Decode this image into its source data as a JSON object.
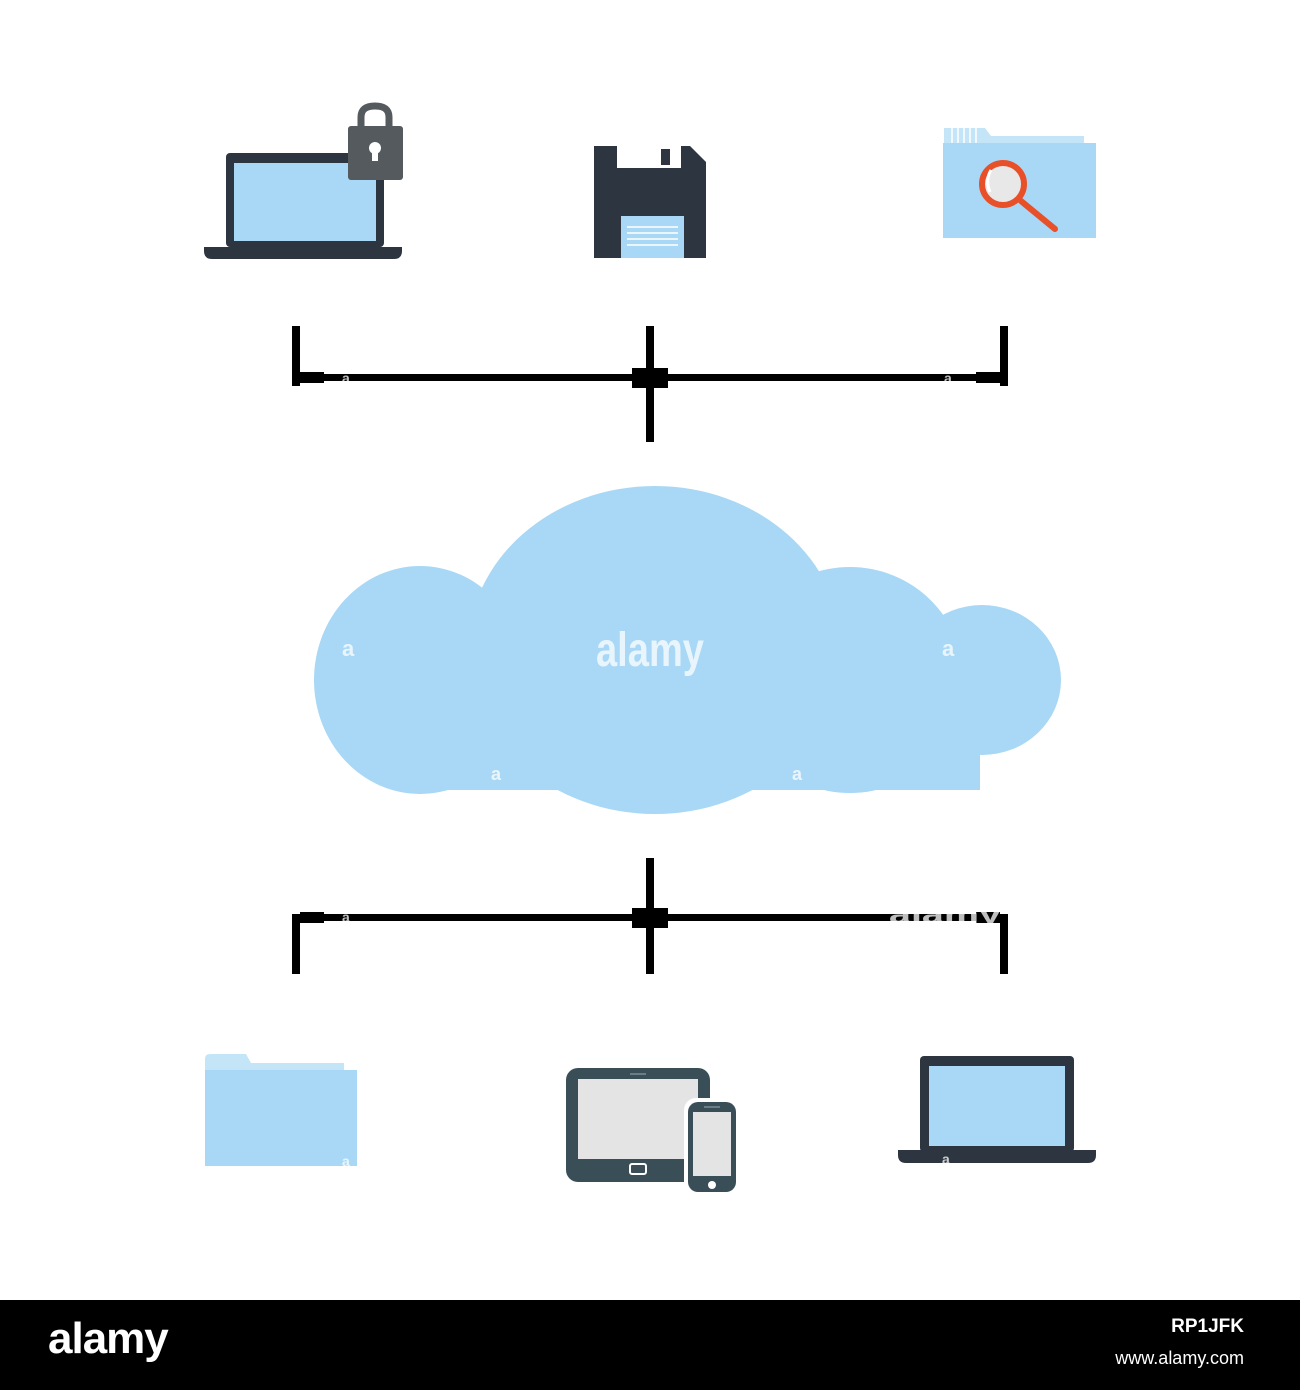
{
  "watermark": {
    "cloud_text": "alamy",
    "connector_text": "alamy",
    "small_letter": "a"
  },
  "colors": {
    "cloud": "#a8d8f5",
    "screen": "#a8d8f5",
    "device_dark": "#2d3540",
    "lock": "#555a5e",
    "magnifier": "#e8502a",
    "tablet_screen": "#e4e4e4",
    "line": "#000000"
  },
  "icons": {
    "top": [
      "locked-laptop-icon",
      "floppy-disk-icon",
      "folder-search-icon"
    ],
    "center": "cloud-icon",
    "bottom": [
      "folder-icon",
      "tablet-phone-icon",
      "laptop-icon"
    ]
  },
  "footer": {
    "logo": "alamy",
    "image_id": "RP1JFK",
    "url": "www.alamy.com"
  }
}
